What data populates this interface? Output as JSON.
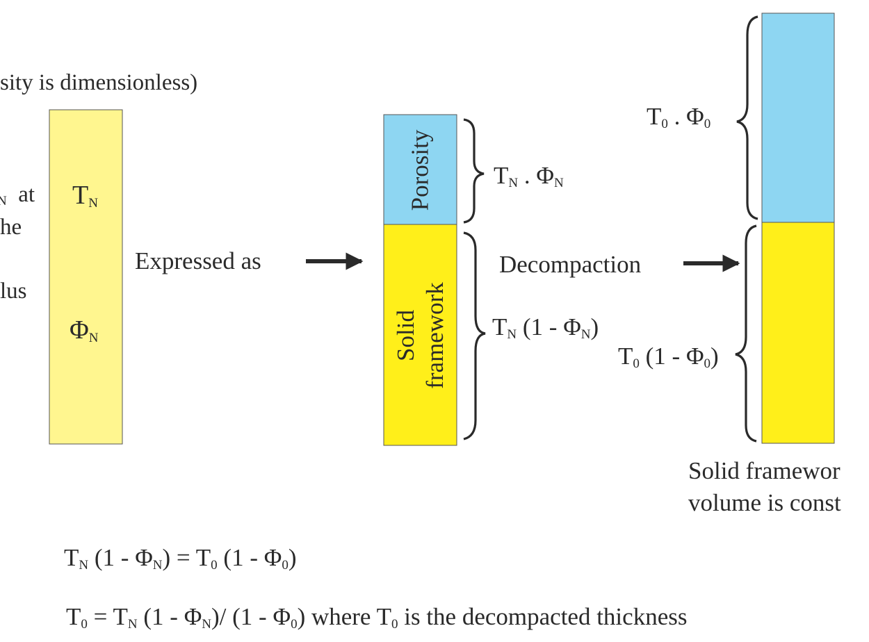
{
  "left_text": {
    "line1": "sity is dimensionless)",
    "frag_sub": "N",
    "frag_at": "at",
    "frag_he": "he",
    "frag_lus": "lus"
  },
  "columns": {
    "original": {
      "thickness_label": {
        "main": "T",
        "sub": "N"
      },
      "porosity_label": {
        "main": "Φ",
        "sub": "N"
      },
      "fill": "#fff68f"
    },
    "expressed": {
      "porosity_label": "Porosity",
      "solid_label_line1": "Solid",
      "solid_label_line2": "framework",
      "porosity_fill": "#8ed6f2",
      "solid_fill": "#ffef1a"
    },
    "decompacted": {
      "porosity_fill": "#8ed6f2",
      "solid_fill": "#ffef1a"
    }
  },
  "arrows": {
    "expressed_as": "Expressed as",
    "decompaction": "Decompaction"
  },
  "labels": {
    "tn_phin": {
      "t": "T",
      "t_sub": "N",
      "dot": " . ",
      "phi": "Φ",
      "phi_sub": "N"
    },
    "tn_solid": {
      "t": "T",
      "t_sub": "N",
      "open": " (1 - ",
      "phi": "Φ",
      "phi_sub": "N",
      "close": ")"
    },
    "t0_phi0": {
      "t": "T",
      "t_sub": "0",
      "dot": " . ",
      "phi": "Φ",
      "phi_sub": "0"
    },
    "t0_solid": {
      "t": "T",
      "t_sub": "0",
      "open": " (1 - ",
      "phi": "Φ",
      "phi_sub": "0",
      "close": ")"
    }
  },
  "note": {
    "line1": "Solid framewor",
    "line2": "volume is const"
  },
  "equations": {
    "eq1": {
      "t_n": "T",
      "t_n_sub": "N",
      "p1": " (1 - ",
      "phi_n": "Φ",
      "phi_n_sub": "N",
      "p2": ") = ",
      "t_0": "T",
      "t_0_sub": "0",
      "p3": " (1 - ",
      "phi_0": "Φ",
      "phi_0_sub": "0",
      "p4": ")"
    },
    "eq2": {
      "t_0": "T",
      "t_0_sub": "0",
      "eq": " = ",
      "t_n": "T",
      "t_n_sub": "N",
      "p1": " (1 - ",
      "phi_n": "Φ",
      "phi_n_sub": "N",
      "p2": ")/ (1 - ",
      "phi_0": "Φ",
      "phi_0_sub": "0",
      "p3": ") where ",
      "t_0b": "T",
      "t_0b_sub": "0",
      "tail": " is the decompacted thickness"
    }
  },
  "colors": {
    "ink": "#2a2a2a",
    "border": "#555555"
  }
}
